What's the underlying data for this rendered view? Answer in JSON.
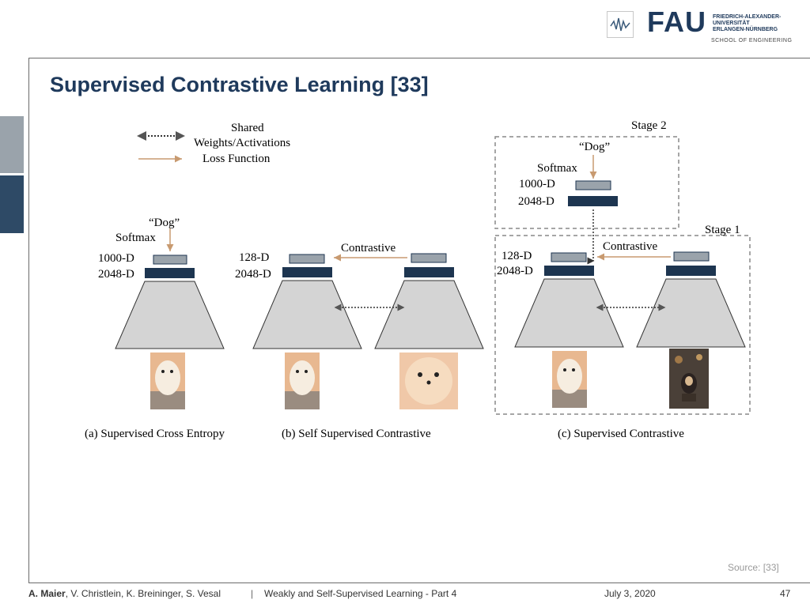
{
  "header": {
    "logo_text": "FAU",
    "university_line1": "FRIEDRICH-ALEXANDER-",
    "university_line2": "UNIVERSITÄT",
    "university_line3": "ERLANGEN-NÜRNBERG",
    "school": "SCHOOL OF ENGINEERING"
  },
  "slide": {
    "title": "Supervised Contrastive Learning [33]",
    "source": "Source: [33]"
  },
  "legend": {
    "shared": "Shared",
    "shared_line2": "Weights/Activations",
    "loss": "Loss Function"
  },
  "diagram": {
    "panel_a": {
      "quote": "“Dog”",
      "softmax": "Softmax",
      "dim1": "1000-D",
      "dim2": "2048-D",
      "caption": "(a) Supervised Cross Entropy"
    },
    "panel_b": {
      "dim1": "128-D",
      "dim2": "2048-D",
      "contrastive": "Contrastive",
      "caption": "(b) Self Supervised Contrastive"
    },
    "panel_c": {
      "stage2": "Stage 2",
      "stage1": "Stage 1",
      "quote": "“Dog”",
      "softmax": "Softmax",
      "dim1000": "1000-D",
      "dim2048_top": "2048-D",
      "dim128": "128-D",
      "dim2048": "2048-D",
      "contrastive": "Contrastive",
      "caption": "(c) Supervised Contrastive"
    }
  },
  "footer": {
    "author_bold": "A. Maier",
    "authors_rest": ", V. Christlein, K. Breininger, S. Vesal",
    "separator": "|",
    "lecture": "Weakly and Self-Supervised Learning - Part 4",
    "date": "July 3, 2020",
    "page": "47"
  },
  "colors": {
    "title": "#1f3a5c",
    "dark_bar": "#1d3550",
    "light_bar": "#9aa3ab",
    "trapezoid": "#d4d4d4",
    "arrow": "#c89a70"
  }
}
